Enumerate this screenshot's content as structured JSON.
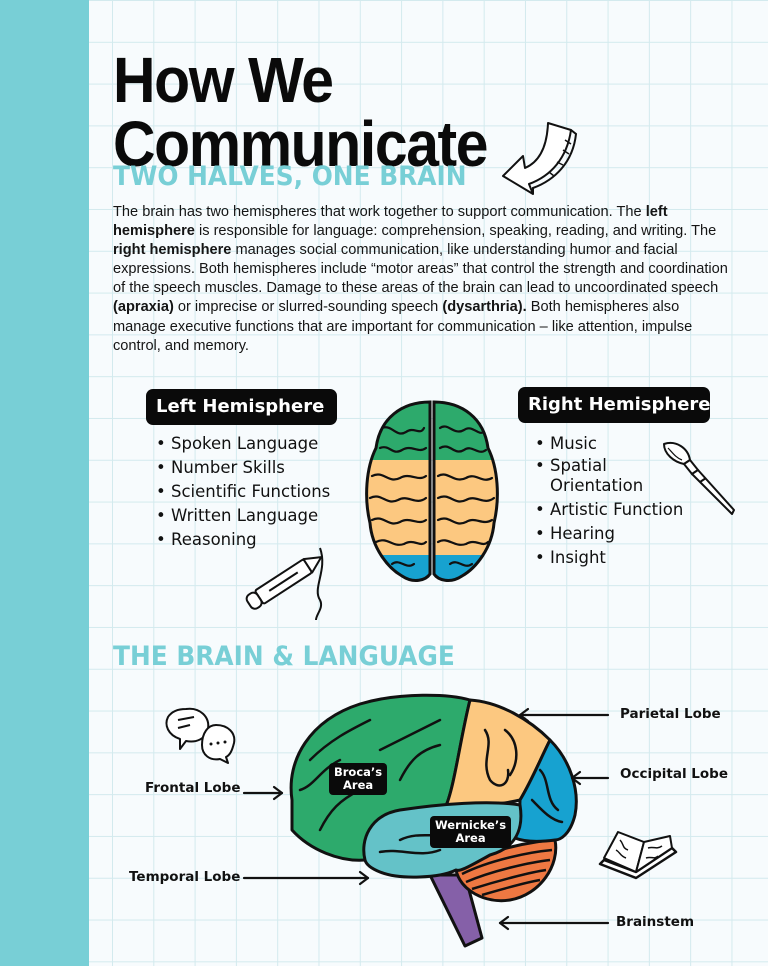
{
  "page": {
    "title": "How We Communicate",
    "colors": {
      "sidebar": "#78cfd6",
      "heading_accent": "#78cfd6",
      "background": "#f7fbfd",
      "grid": "#d3eaee",
      "frontal_green": "#2daa6c",
      "parietal_orange": "#fcc880",
      "occipital_blue": "#17a2d0",
      "temporal_teal": "#64c2c8",
      "cerebellum_orange": "#ee7842",
      "brainstem_purple": "#8560a8"
    }
  },
  "section1": {
    "heading": "TWO HALVES, ONE BRAIN",
    "paragraph": {
      "p1": "The brain has two hemispheres that work together to support communication. The ",
      "b1": "left hemisphere",
      "p2": " is responsible for language: comprehension, speaking, reading, and writing. The ",
      "b2": "right hemisphere",
      "p3": " manages social communication, like understanding humor and facial expressions. Both hemispheres include “motor areas” that control the strength and coordination of the speech muscles. Damage to these areas of the brain can lead to uncoordinated speech ",
      "b3": "(apraxia)",
      "p4": " or imprecise or slurred-sounding speech ",
      "b4": "(dysarthria).",
      "p5": " Both hemispheres also manage executive functions that are important for communication – like attention, impulse control, and memory."
    },
    "left": {
      "title": "Left Hemisphere",
      "items": [
        "Spoken Language",
        "Number Skills",
        "Scientific Functions",
        "Written Language",
        "Reasoning"
      ]
    },
    "right": {
      "title": "Right Hemisphere",
      "items": [
        "Music",
        "Spatial Orientation",
        "Artistic Function",
        "Hearing",
        "Insight"
      ]
    }
  },
  "section2": {
    "heading": "THE BRAIN & LANGUAGE",
    "labels": {
      "frontal": "Frontal Lobe",
      "temporal": "Temporal Lobe",
      "parietal": "Parietal Lobe",
      "occipital": "Occipital Lobe",
      "brainstem": "Brainstem"
    },
    "areas": {
      "broca_line1": "Broca’s",
      "broca_line2": "Area",
      "wernicke_line1": "Wernicke’s",
      "wernicke_line2": "Area"
    }
  },
  "icons": [
    "curved-arrow-icon",
    "pencil-icon",
    "paintbrush-icon",
    "speech-bubbles-icon",
    "open-book-icon",
    "brain-top-view",
    "brain-side-view"
  ]
}
